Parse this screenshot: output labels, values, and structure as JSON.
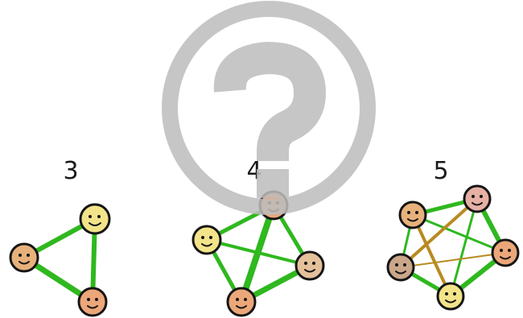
{
  "groups": [
    {
      "count_label": "3",
      "people": [
        {
          "skin": "#f3e48a"
        },
        {
          "skin": "#e7b17b"
        },
        {
          "skin": "#eba779"
        }
      ]
    },
    {
      "count_label": "4",
      "people": [
        {
          "skin": "#eba779"
        },
        {
          "skin": "#f3e48a"
        },
        {
          "skin": "#e4c09b"
        },
        {
          "skin": "#eba779"
        }
      ]
    },
    {
      "count_label": "5",
      "people": [
        {
          "skin": "#e7b17b"
        },
        {
          "skin": "#e6b0a5"
        },
        {
          "skin": "#eba779"
        },
        {
          "skin": "#f3e48a"
        },
        {
          "skin": "#cba78a"
        }
      ]
    }
  ],
  "overlay_icon": "question-mark-circle-icon",
  "colors": {
    "link_green": "#2fb81f",
    "link_gold": "#b88a22",
    "overlay_gray": "#bdbdbd",
    "outline": "#151515"
  }
}
